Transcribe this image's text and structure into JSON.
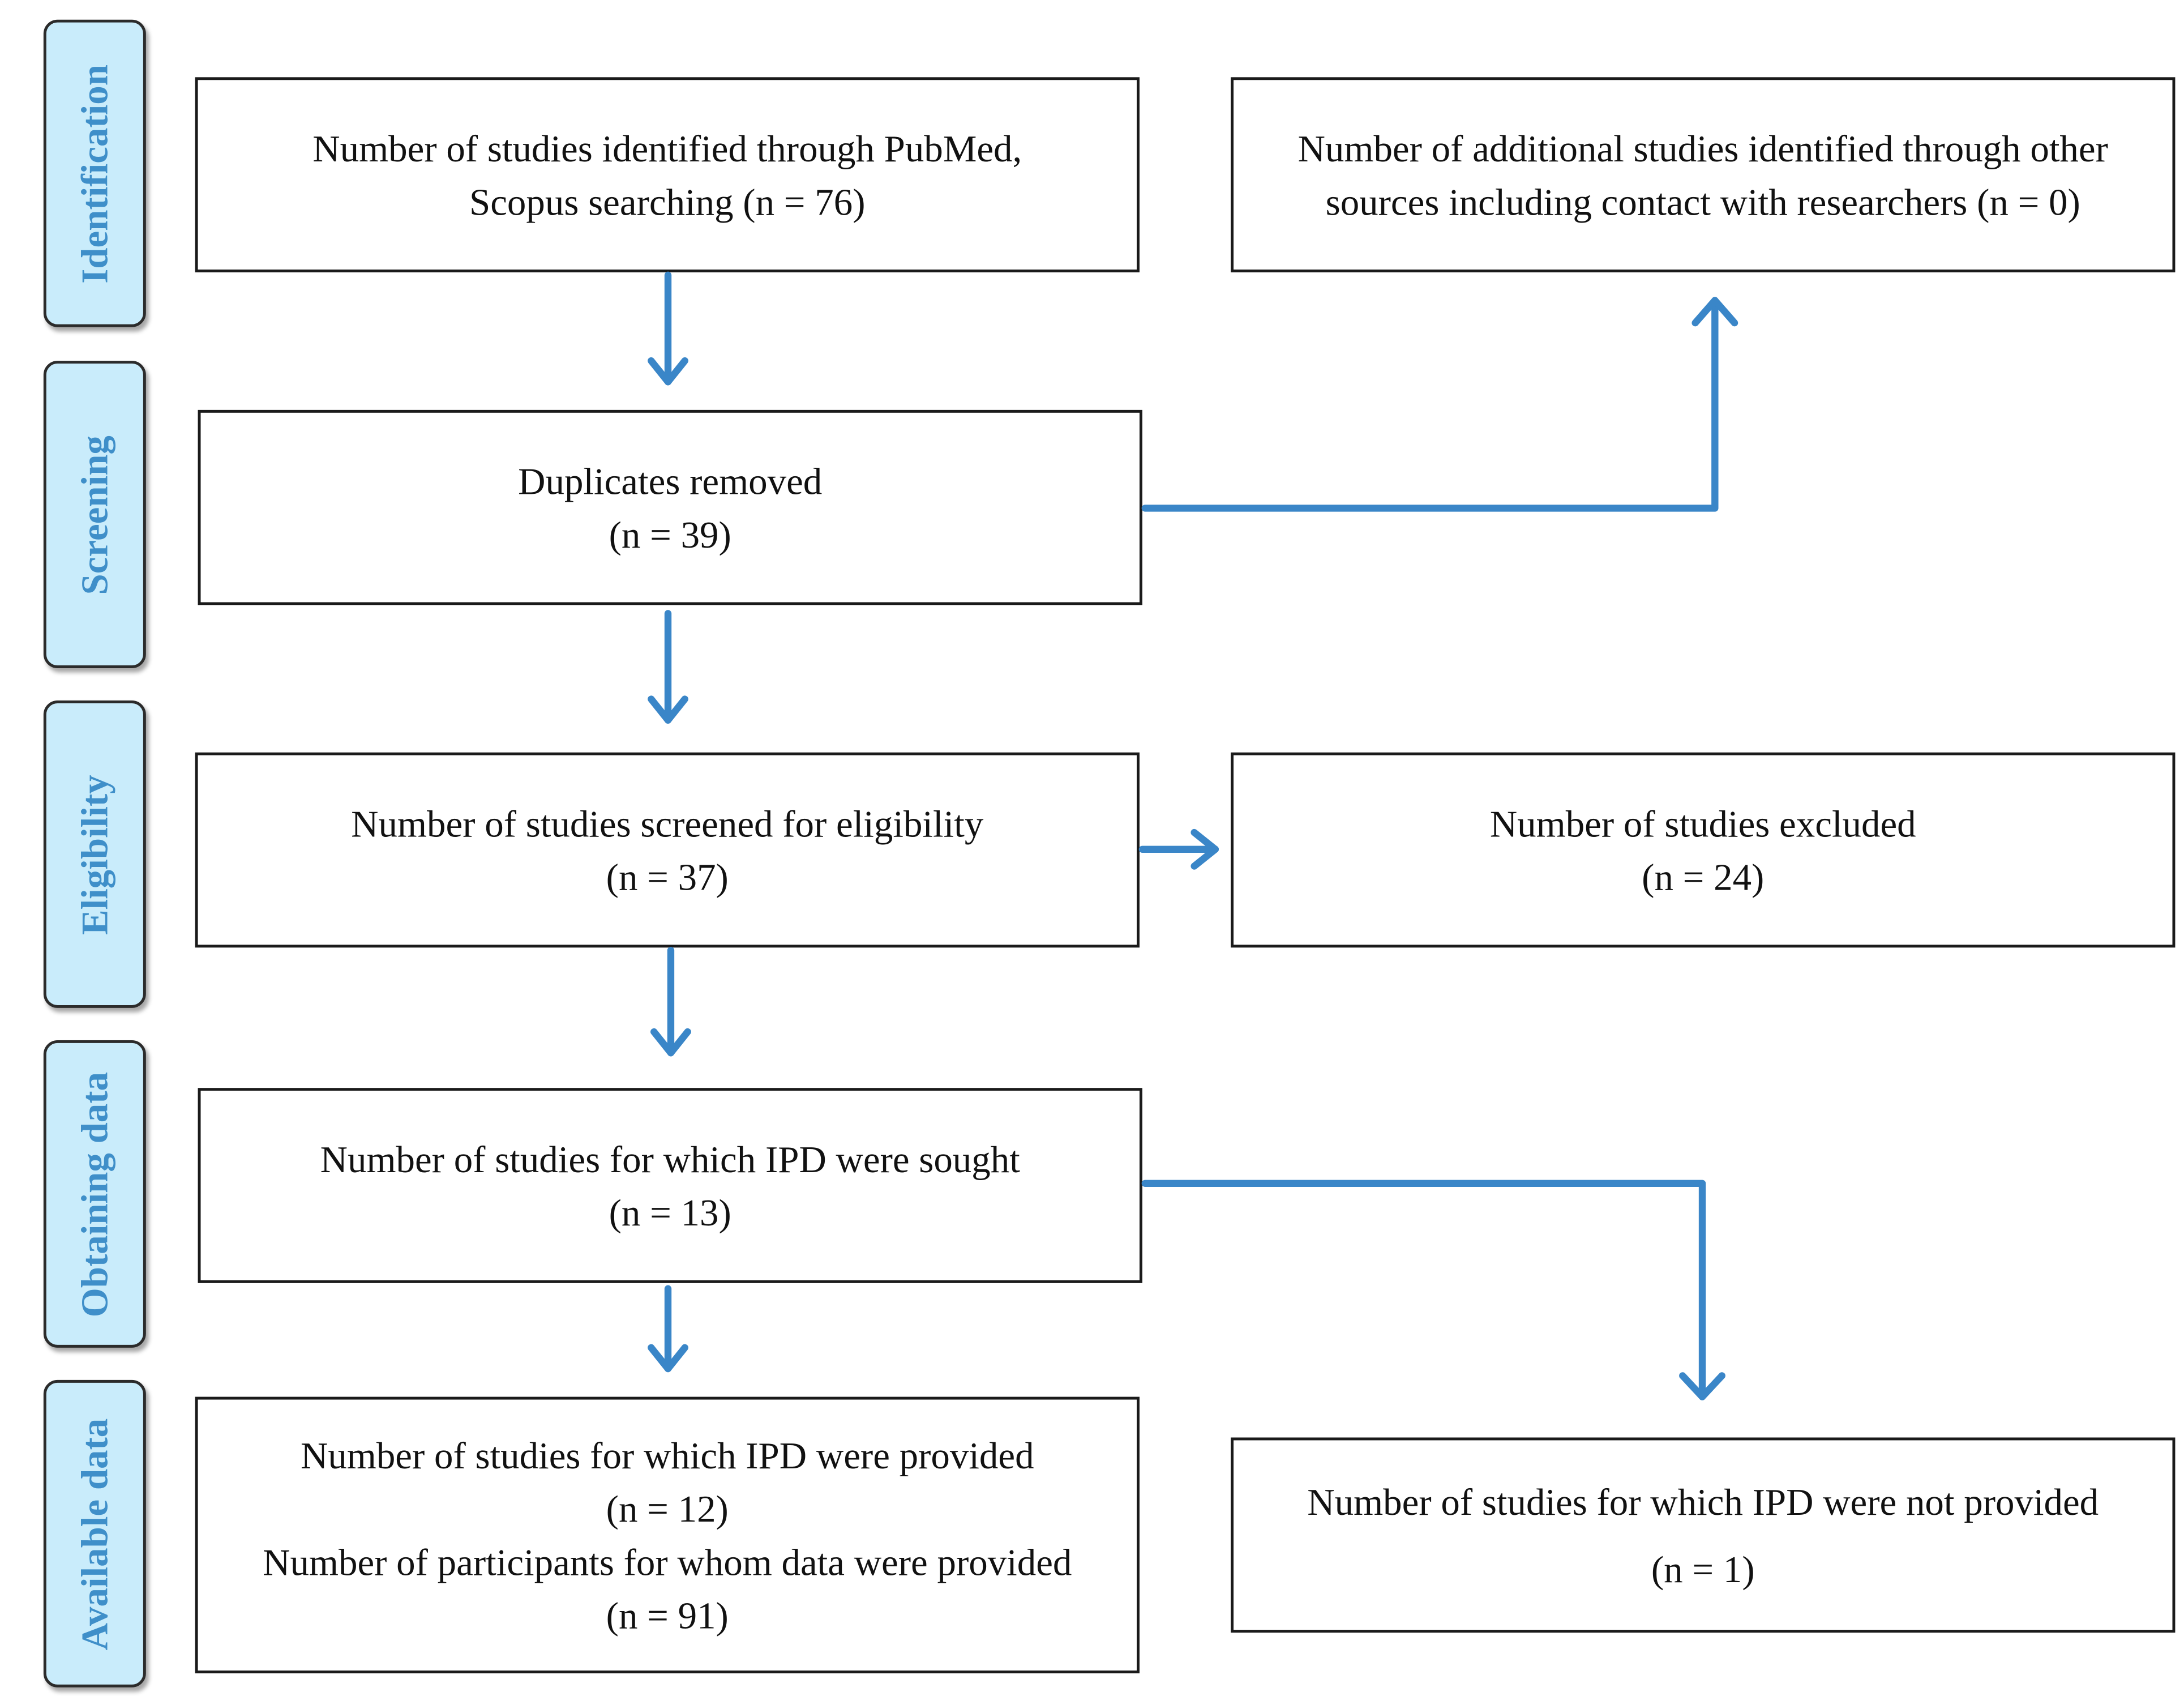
{
  "colors": {
    "arrow": "#3a86c8",
    "phase_fill": "#c9ecfb",
    "phase_text": "#3f8fc9",
    "box_border": "#1a1a1a"
  },
  "phases": {
    "identification": "Identification",
    "screening": "Screening",
    "eligibility": "Eligibility",
    "obtaining": "Obtaining data",
    "available": "Available data"
  },
  "boxes": {
    "identified": {
      "line1": "Number of studies identified through  PubMed,",
      "line2": "Scopus searching (n = 76)"
    },
    "additional": {
      "line1": "Number of additional studies identified through other",
      "line2": "sources including contact with researchers (n = 0)"
    },
    "duplicates": {
      "line1": "Duplicates removed",
      "line2": "(n = 39)"
    },
    "screened": {
      "line1": "Number of studies screened for eligibility",
      "line2": "(n = 37)"
    },
    "excluded": {
      "line1": "Number of studies excluded",
      "line2": "(n = 24)"
    },
    "sought": {
      "line1": "Number of studies for which IPD were sought",
      "line2": "(n = 13)"
    },
    "provided": {
      "line1": "Number of studies for which IPD were provided",
      "line2": "(n = 12)",
      "line3": "Number of participants for whom data were provided",
      "line4": "(n = 91)"
    },
    "not_provided": {
      "line1": "Number of studies for which IPD were not provided",
      "line2": "(n = 1)"
    }
  }
}
